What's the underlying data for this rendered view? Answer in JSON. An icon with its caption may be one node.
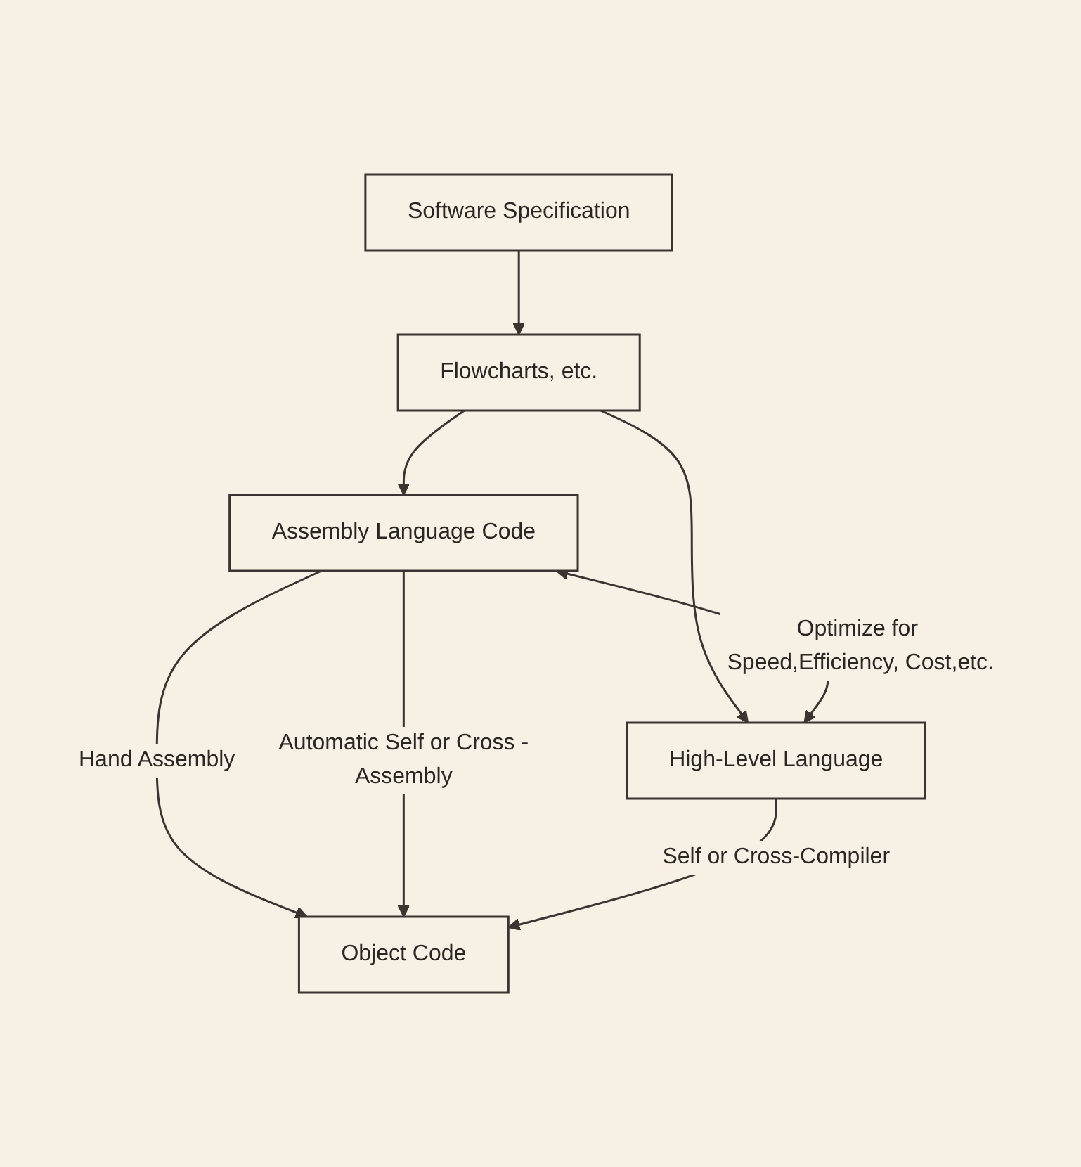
{
  "diagram": {
    "nodes": [
      {
        "text": [
          "Software Specification"
        ]
      },
      {
        "text": [
          "Flowcharts, etc."
        ]
      },
      {
        "text": [
          "Assembly Language Code"
        ]
      },
      {
        "text": [
          "High-Level Language"
        ]
      },
      {
        "text": [
          "Object Code"
        ]
      }
    ],
    "edges": [
      {
        "from": 0,
        "to": 1,
        "arrow": "to"
      },
      {
        "from": 1,
        "to": 2,
        "arrow": "to"
      },
      {
        "from": 1,
        "to": 3,
        "arrow": "to"
      },
      {
        "from": 2,
        "to": 3,
        "arrow": "both",
        "label": "Optimize for Speed,Efficiency, Cost,etc."
      },
      {
        "from": 2,
        "to": 4,
        "arrow": "to",
        "label": "Hand Assembly"
      },
      {
        "from": 2,
        "to": 4,
        "arrow": "to",
        "label": "Automatic Self or Cross -Assembly"
      },
      {
        "from": 3,
        "to": 4,
        "arrow": "to",
        "label": "Self or Cross-Compiler"
      }
    ]
  }
}
